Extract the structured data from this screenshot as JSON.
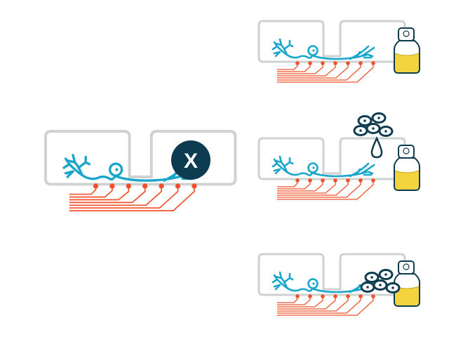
{
  "panels": [
    {
      "id": "condition-inhibitor",
      "marker_label": "X"
    },
    {
      "id": "condition-vial"
    },
    {
      "id": "condition-cells-added"
    },
    {
      "id": "condition-cells-cocultured"
    }
  ],
  "colors": {
    "chamber": "#cfd2d2",
    "neuron": "#1aa6cc",
    "electrode": "#f0502a",
    "dark": "#0d3b4f",
    "liquid": "#f3d43f"
  }
}
